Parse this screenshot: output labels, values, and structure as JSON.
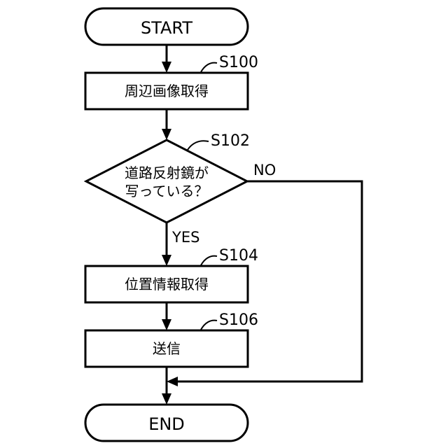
{
  "flowchart": {
    "start_label": "START",
    "end_label": "END",
    "s100": {
      "id": "S100",
      "text": "周辺画像取得"
    },
    "s102": {
      "id": "S102",
      "line1": "道路反射鏡が",
      "line2": "写っている？"
    },
    "s104": {
      "id": "S104",
      "text": "位置情報取得"
    },
    "s106": {
      "id": "S106",
      "text": "送信"
    },
    "yes_label": "YES",
    "no_label": "NO"
  }
}
